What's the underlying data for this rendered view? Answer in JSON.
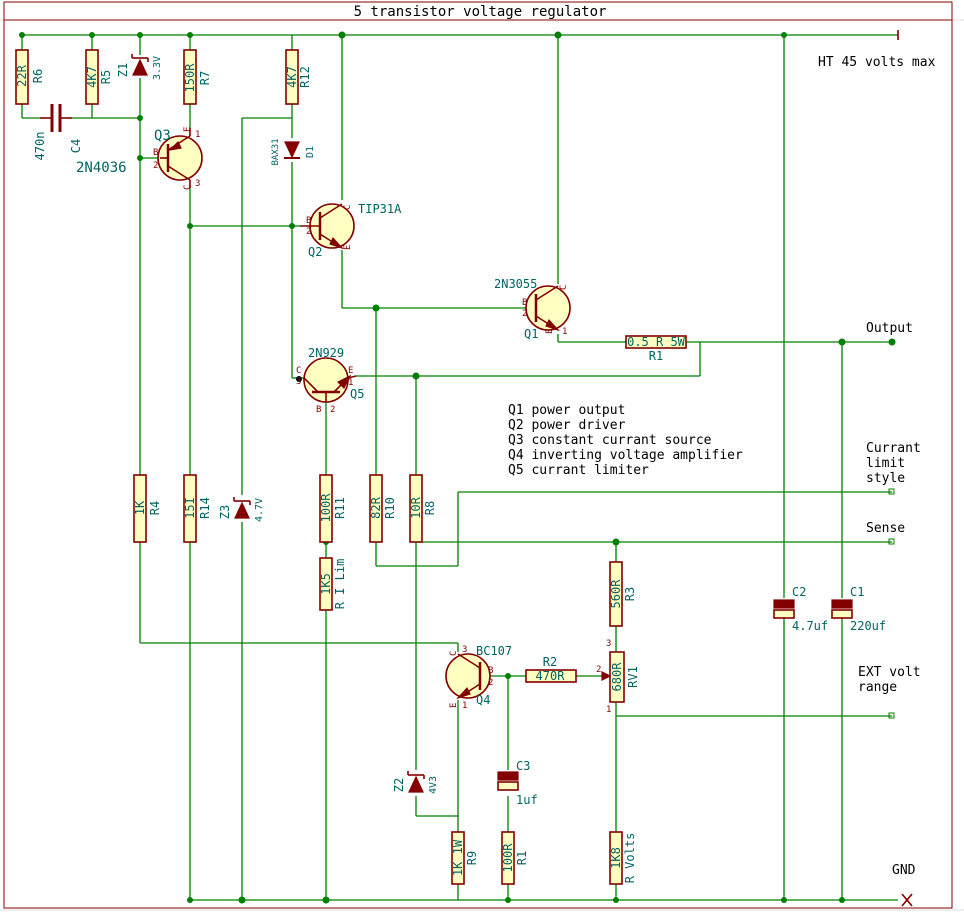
{
  "title": "5 transistor voltage regulator",
  "nets": {
    "ht": "HT 45 volts max",
    "output": "Output",
    "current_limit": [
      "Currant",
      "limit",
      "style"
    ],
    "sense": "Sense",
    "ext_volt": [
      "EXT volt",
      "range"
    ],
    "gnd": "GND"
  },
  "notes": [
    "Q1 power output",
    "Q2 power driver",
    "Q3 constant currant source",
    "Q4 inverting voltage amplifier",
    "Q5 currant limiter"
  ],
  "components": {
    "R6": {
      "ref": "R6",
      "val": "22R"
    },
    "R5": {
      "ref": "R5",
      "val": "4K7"
    },
    "Z1": {
      "ref": "Z1",
      "val": "3.3V"
    },
    "R7": {
      "ref": "R7",
      "val": "150R"
    },
    "R12": {
      "ref": "R12",
      "val": "4K7"
    },
    "C4": {
      "ref": "C4",
      "val": "470n"
    },
    "Q3": {
      "ref": "Q3",
      "val": "2N4036"
    },
    "D1": {
      "ref": "D1",
      "val": "BAX31"
    },
    "Q2": {
      "ref": "Q2",
      "val": "TIP31A"
    },
    "Q1": {
      "ref": "Q1",
      "val": "2N3055"
    },
    "R1a": {
      "ref": "R1",
      "val": "0.5 R 5W"
    },
    "Q5": {
      "ref": "Q5",
      "val": "2N929"
    },
    "R4": {
      "ref": "R4",
      "val": "1K"
    },
    "R14": {
      "ref": "R14",
      "val": "15I"
    },
    "Z3": {
      "ref": "Z3",
      "val": "4.7V"
    },
    "R11": {
      "ref": "R11",
      "val": "100R"
    },
    "R10": {
      "ref": "R10",
      "val": "82R"
    },
    "R8": {
      "ref": "R8",
      "val": "10R"
    },
    "Rlim": {
      "ref": "R I Lim",
      "val": "1K5"
    },
    "R3": {
      "ref": "R3",
      "val": "560R"
    },
    "RV1": {
      "ref": "RV1",
      "val": "680R"
    },
    "R2": {
      "ref": "R2",
      "val": "470R"
    },
    "Q4": {
      "ref": "Q4",
      "val": "BC107"
    },
    "C2": {
      "ref": "C2",
      "val": "4.7uf"
    },
    "C1": {
      "ref": "C1",
      "val": "220uf"
    },
    "C3": {
      "ref": "C3",
      "val": "1uf"
    },
    "Z2": {
      "ref": "Z2",
      "val": "4V3"
    },
    "R9": {
      "ref": "R9",
      "val": "1K 1W"
    },
    "R1b": {
      "ref": "R1",
      "val": "100R"
    },
    "Rvolts": {
      "ref": "R Volts",
      "val": "1K8"
    }
  },
  "pins": {
    "one": "1",
    "two": "2",
    "three": "3",
    "b": "B",
    "c": "C",
    "e": "E"
  },
  "colors": {
    "wire": "#008000",
    "component": "#840000",
    "component_body": "#ffffc2",
    "reference": "#006464",
    "text": "#000000"
  }
}
